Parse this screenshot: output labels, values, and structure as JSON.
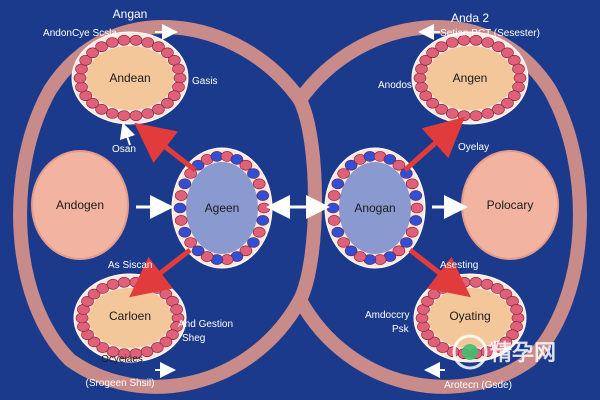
{
  "colors": {
    "background": "#1b3a8c",
    "ring": "#c98a8a",
    "node_peach": "#f3c79a",
    "node_pink": "#f2b3a0",
    "node_blue": "#8a9ad0",
    "bead_red": "#e0607a",
    "bead_blue": "#2f4fd6",
    "arrow_red": "#e23b3b",
    "arrow_white": "#ffffff"
  },
  "nodes": {
    "left_top": "Andean",
    "left_mid": "Andogen",
    "left_bottom": "Carloen",
    "center_left": "Ageen",
    "center_right": "Anogan",
    "right_top": "Angen",
    "right_mid": "Polocary",
    "right_bottom": "Oyating"
  },
  "annotations": {
    "top_left_1": "Angan",
    "top_left_2": "AndonCye Scsla",
    "near_left_top": "Gasis",
    "near_left_mid": "Osan",
    "near_left_lower": "As Siscan",
    "near_left_bottom_1": "And Gestion",
    "near_left_bottom_2": "Sheg",
    "left_bottom_small": "Ocyeiaes",
    "bottom_left": "(Srogeen Shsil)",
    "top_right_1": "Anda 2",
    "top_right_2": "Setian  PCT (Sesester)",
    "near_right_top": "Anodos",
    "near_right_mid": "Oyelay",
    "near_right_lower": "Asesting",
    "near_right_bottom_1": "Amdoccry",
    "near_right_bottom_2": "Psk",
    "bottom_right": "Arotecn (Gsde)",
    "watermark": "精孕网"
  }
}
